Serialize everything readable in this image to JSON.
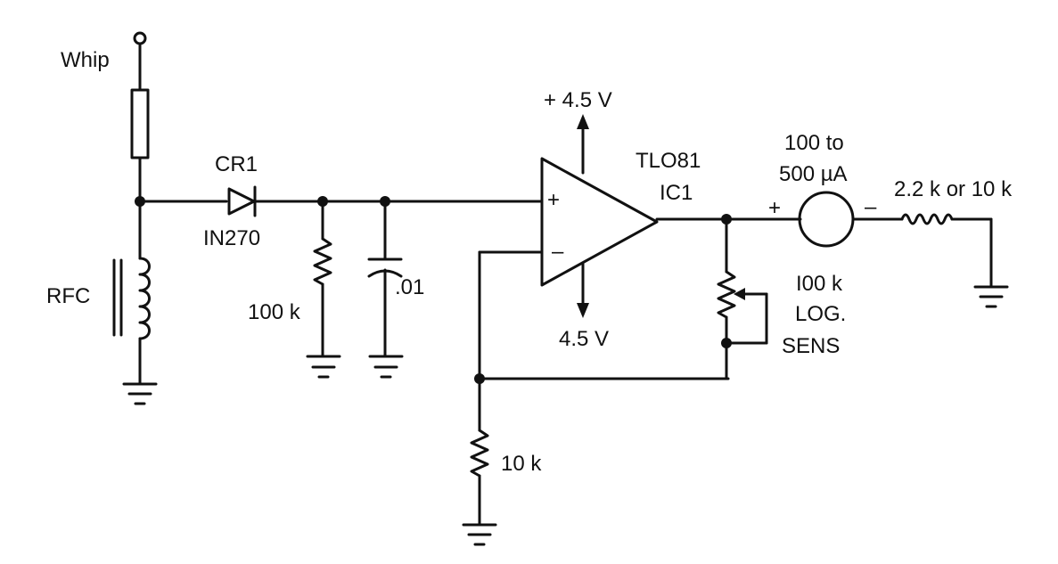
{
  "labels": {
    "whip": "Whip",
    "rfc": "RFC",
    "cr1": "CR1",
    "diode": "IN270",
    "r_100k": "100 k",
    "cap": ".01",
    "vpos": "+ 4.5 V",
    "vneg": "4.5 V",
    "ic_part": "TLO81",
    "ic_ref": "IC1",
    "meter_line1": "100 to",
    "meter_line2": "500 µA",
    "meter_plus": "+",
    "meter_minus": "–",
    "r_out": "2.2 k or 10 k",
    "pot_line1": "I00 k",
    "pot_line2": "LOG.",
    "pot_line3": "SENS",
    "r_10k": "10 k",
    "opamp_plus": "+",
    "opamp_minus": "–"
  }
}
